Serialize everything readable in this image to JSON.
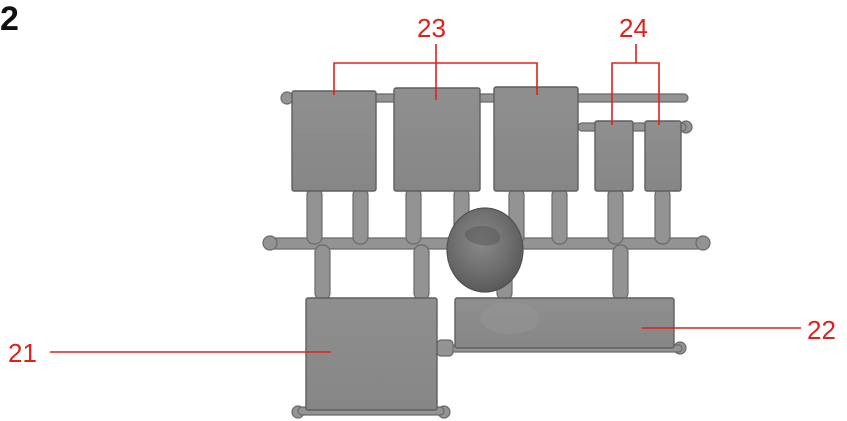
{
  "figure_number": "2",
  "callouts": [
    {
      "id": "21",
      "label": "21"
    },
    {
      "id": "22",
      "label": "22"
    },
    {
      "id": "23",
      "label": "23"
    },
    {
      "id": "24",
      "label": "24"
    }
  ],
  "colors": {
    "callout": "#e0201b",
    "part_fill": "#8c8c8c",
    "part_edge": "#5f5f5f",
    "sprue_fill": "#939393",
    "hub_fill": "#7a7a7a",
    "background": "#ffffff"
  }
}
